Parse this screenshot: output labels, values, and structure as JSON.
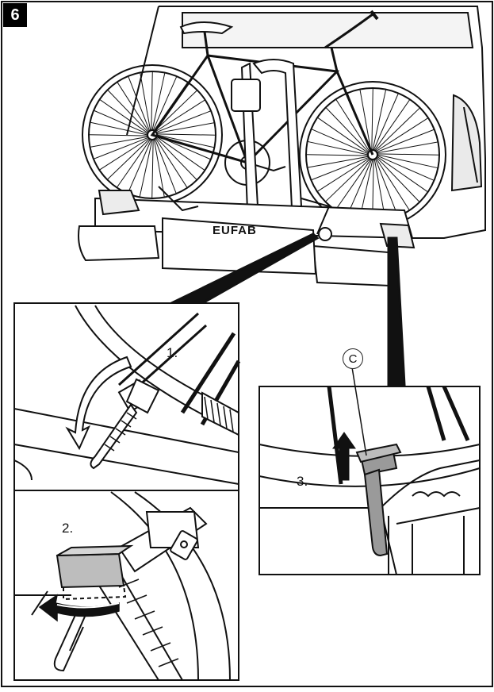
{
  "figure": {
    "step_number": "6",
    "brand_label": "EUFAB",
    "callout_c": "C",
    "step_labels": [
      "1.",
      "2.",
      "3."
    ]
  },
  "colors": {
    "outline": "#111111",
    "strap_grey": "#9a9a9a",
    "buckle_grey": "#bdbdbd",
    "background": "#ffffff"
  }
}
